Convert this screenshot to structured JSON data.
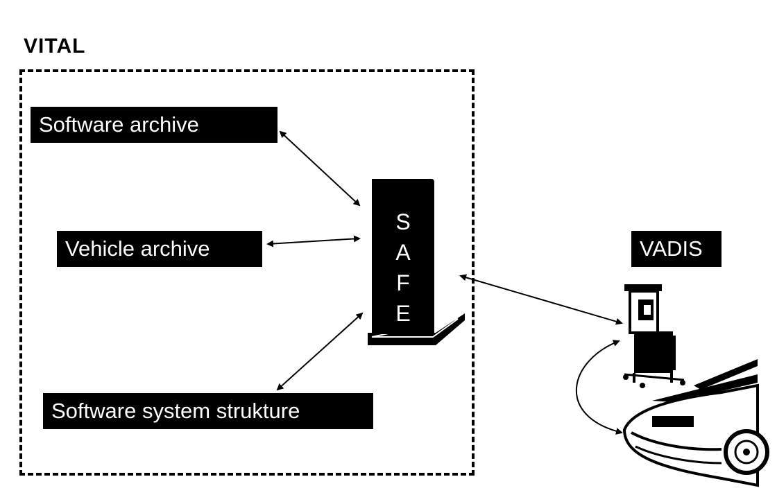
{
  "diagram": {
    "title": "VITAL",
    "software_archive": "Software archive",
    "vehicle_archive": "Vehicle archive",
    "software_system": "Software system strukture",
    "vadis": "VADIS",
    "safe_letters": [
      "S",
      "A",
      "F",
      "E"
    ]
  },
  "colors": {
    "boxes": "#000000",
    "text_on_boxes": "#ffffff",
    "background": "#ffffff"
  }
}
